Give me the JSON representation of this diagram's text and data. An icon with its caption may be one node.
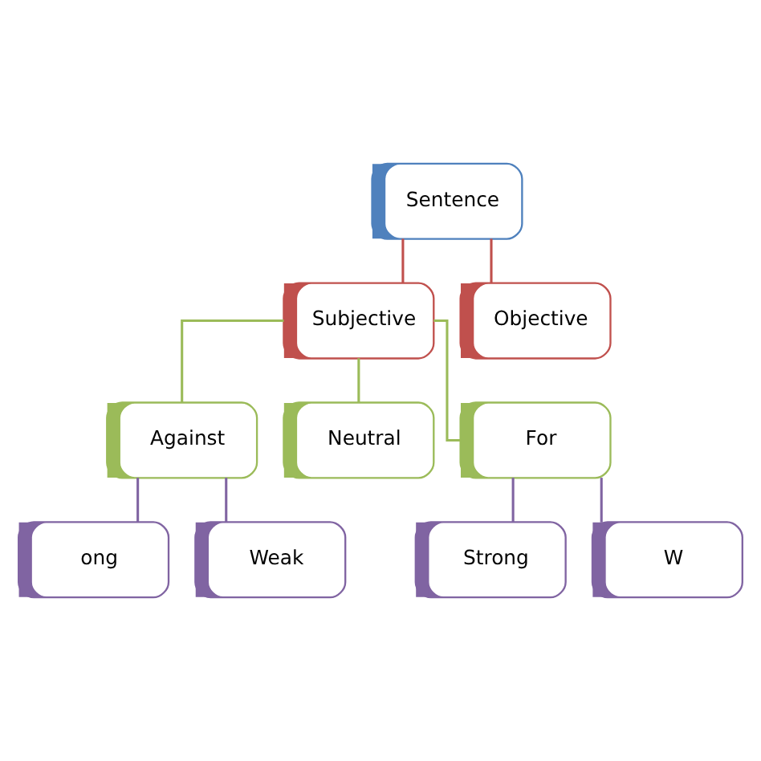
{
  "diagram": {
    "nodes": [
      {
        "text": [
          "Sentence"
        ]
      },
      {
        "text": [
          "Subjective"
        ]
      },
      {
        "text": [
          "Objective"
        ]
      },
      {
        "text": [
          "Against"
        ]
      },
      {
        "text": [
          "Neutral"
        ]
      },
      {
        "text": [
          "For"
        ]
      },
      {
        "text": [
          "ong"
        ]
      },
      {
        "text": [
          "Weak"
        ]
      },
      {
        "text": [
          "Strong"
        ]
      },
      {
        "text": [
          "W"
        ]
      }
    ],
    "edges": [
      {
        "from": 0,
        "to": 1,
        "arrow": "none",
        "color": "#c0504d"
      },
      {
        "from": 0,
        "to": 2,
        "arrow": "none",
        "color": "#c0504d"
      },
      {
        "from": 1,
        "to": 3,
        "arrow": "none",
        "color": "#9bbb59"
      },
      {
        "from": 1,
        "to": 4,
        "arrow": "none",
        "color": "#9bbb59"
      },
      {
        "from": 1,
        "to": 5,
        "arrow": "none",
        "color": "#9bbb59"
      },
      {
        "from": 3,
        "to": 6,
        "arrow": "none"
      },
      {
        "from": 3,
        "to": 7,
        "arrow": "none"
      },
      {
        "from": 5,
        "to": 8,
        "arrow": "none"
      },
      {
        "from": 5,
        "to": 9,
        "arrow": "none"
      }
    ]
  }
}
